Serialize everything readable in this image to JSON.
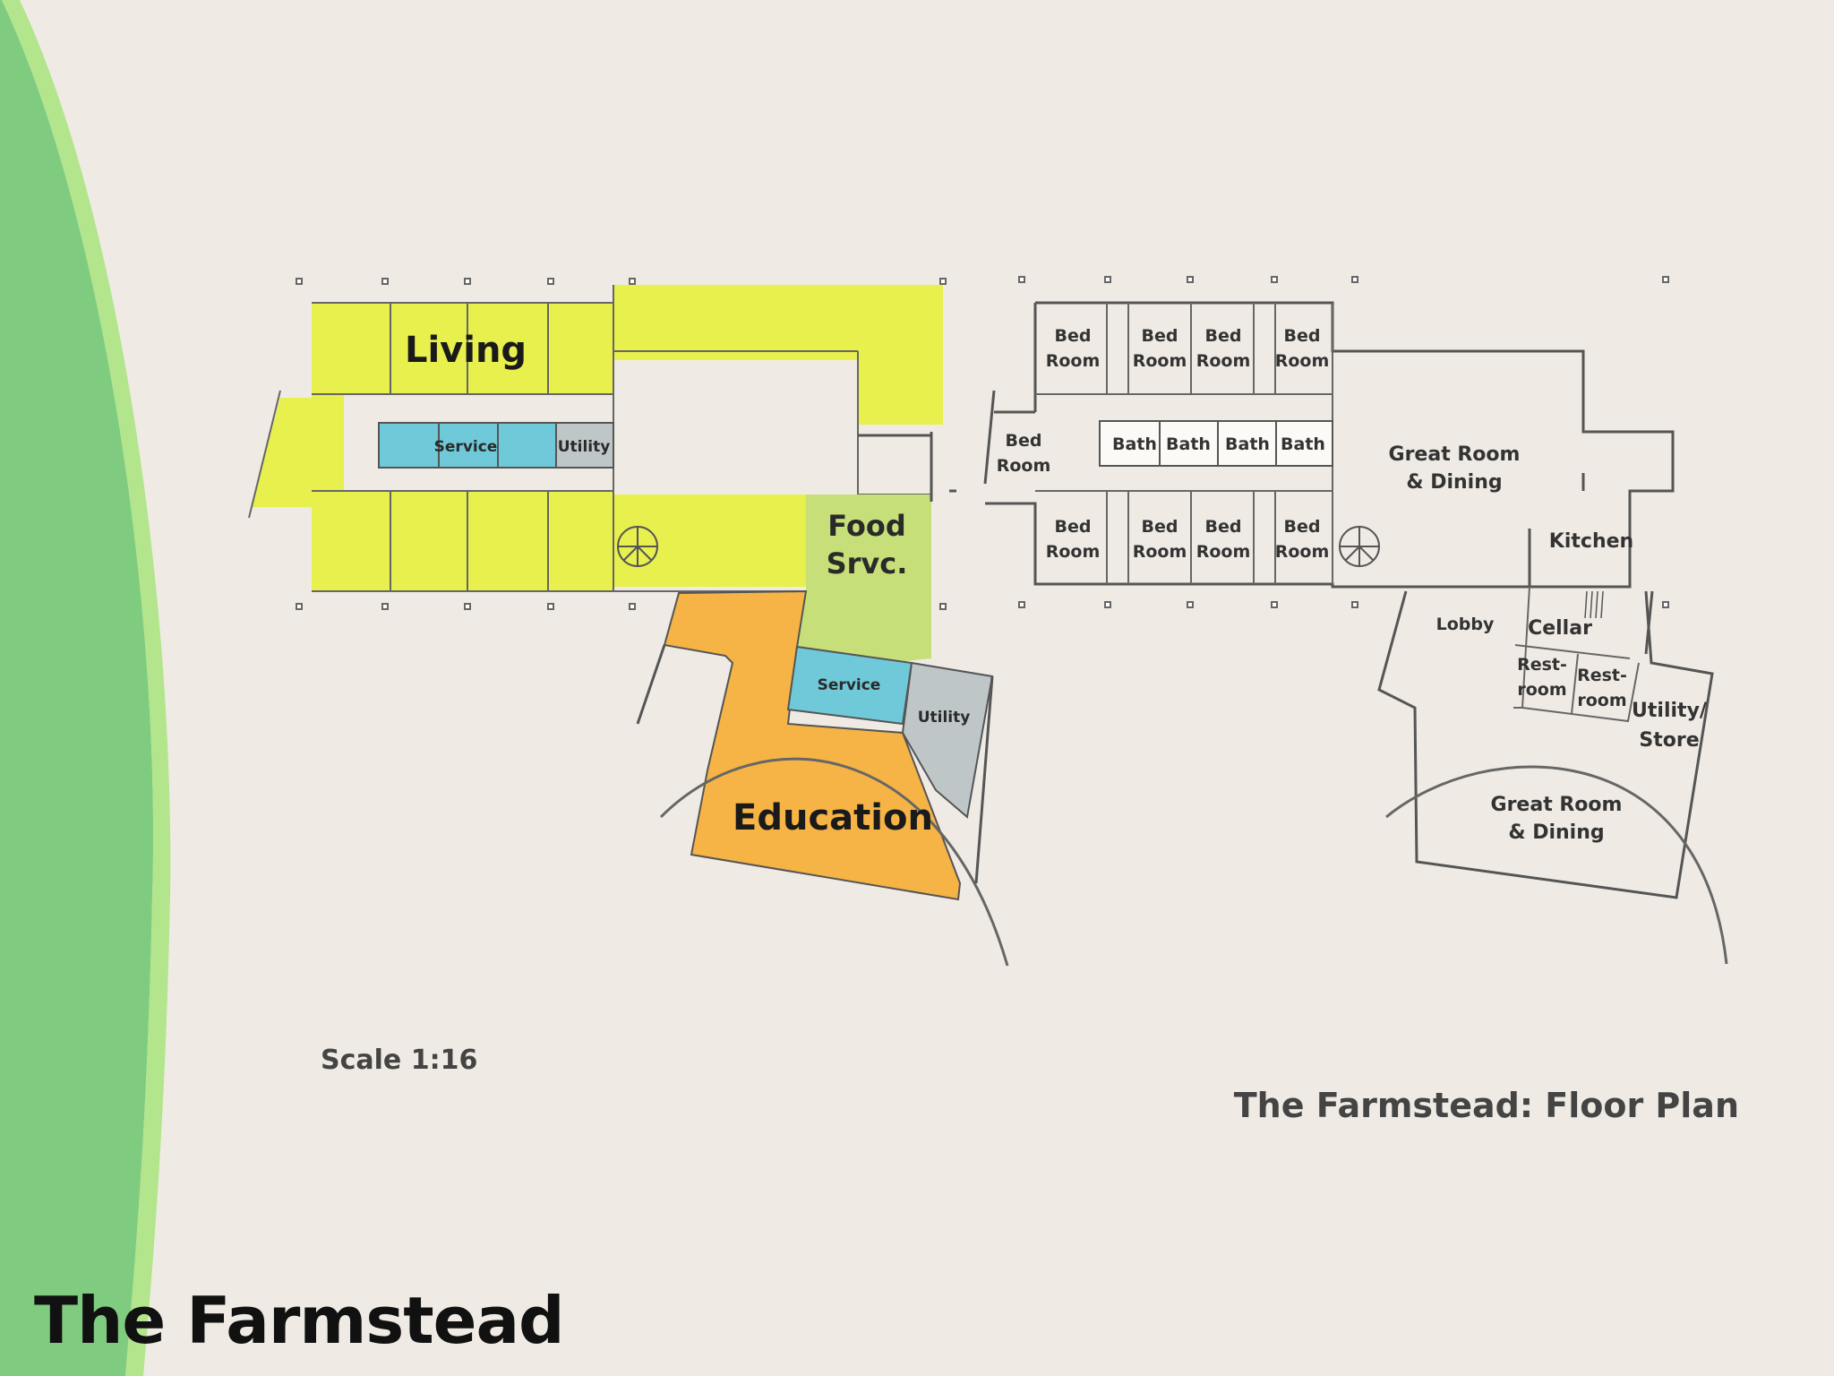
{
  "colors": {
    "background": "#efebe4",
    "swoosh_dark": "#7fcc80",
    "swoosh_light": "#b3e58d",
    "living": "#e8f04e",
    "food_service": "#c6df78",
    "education": "#f5b445",
    "service": "#6fc9d8",
    "utility": "#bfc6c8"
  },
  "title": "The Farmstead",
  "caption": "The Farmstead: Floor Plan",
  "scale": "Scale 1:16",
  "zones": {
    "living": "Living",
    "service_1": "Service",
    "utility_1": "Utility",
    "food_line1": "Food",
    "food_line2": "Srvc.",
    "service_2": "Service",
    "utility_2": "Utility",
    "education": "Education"
  },
  "rooms": {
    "bed_l1": "Bed",
    "bed_l2": "Room",
    "bath": "Bath",
    "great_l1": "Great Room",
    "great_l2": "& Dining",
    "kitchen": "Kitchen",
    "lobby": "Lobby",
    "cellar": "Cellar",
    "rest_l1": "Rest-",
    "rest_l2": "room",
    "utility_l1": "Utility/",
    "utility_l2": "Store"
  }
}
